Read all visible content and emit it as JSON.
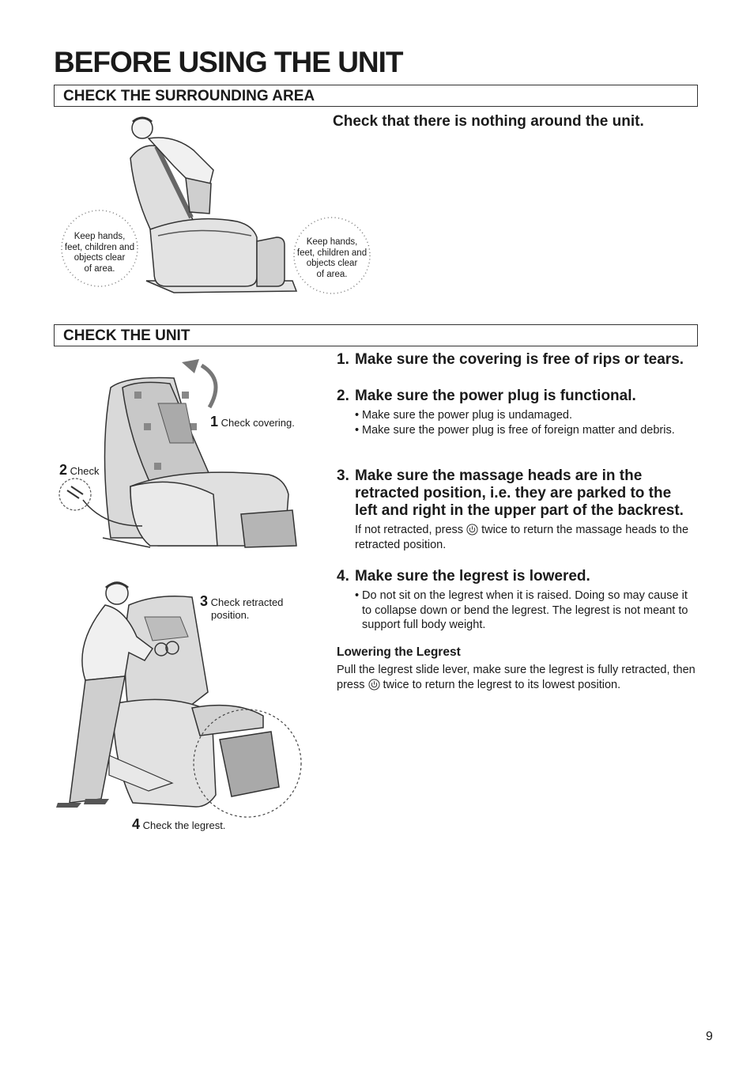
{
  "page": {
    "title": "BEFORE USING THE UNIT",
    "page_number": "9"
  },
  "surrounding": {
    "heading": "CHECK THE SURROUNDING AREA",
    "lead": "Check that there is nothing around the unit.",
    "warning_left": [
      "Keep hands,",
      "feet, children and",
      "objects clear",
      "of area."
    ],
    "warning_right": [
      "Keep hands,",
      "feet, children and",
      "objects clear",
      "of area."
    ]
  },
  "unit": {
    "heading": "CHECK THE UNIT",
    "steps": [
      {
        "num": "1.",
        "title": "Make sure the covering is free of rips or tears."
      },
      {
        "num": "2.",
        "title": "Make sure the power plug is functional.",
        "bullets": [
          "Make sure the power plug is undamaged.",
          "Make sure the power plug is free of foreign matter and debris."
        ]
      },
      {
        "num": "3.",
        "title_lines": [
          "Make sure the massage heads are in the",
          "retracted position, i.e. they are parked to the",
          "left and right in the upper part of the backrest."
        ],
        "note_before": "If not retracted, press",
        "note_after": "twice to return the massage heads to the retracted position."
      },
      {
        "num": "4.",
        "title": "Make sure the legrest is lowered.",
        "bullets": [
          "Do not sit on the legrest when it is raised. Doing so may cause it to collapse down or bend the legrest. The legrest is not meant to support full body weight."
        ]
      }
    ],
    "lowering": {
      "heading": "Lowering the Legrest",
      "text_before": "Pull the legrest slide lever, make sure the legrest is fully retracted, then press",
      "text_after": "twice to return the legrest to its lowest position."
    },
    "captions": {
      "c1_num": "1",
      "c1_text": "Check covering.",
      "c2_num": "2",
      "c2_text": "Check",
      "c3_num": "3",
      "c3_text_1": "Check retracted",
      "c3_text_2": "position.",
      "c4_num": "4",
      "c4_text": "Check the legrest."
    }
  },
  "icons": [
    "power-button-icon",
    "curved-arrow-icon",
    "power-plug-icon"
  ],
  "colors": {
    "text": "#1a1a1a",
    "line": "#333333",
    "chair_fill": "#dcdcdc",
    "chair_dark": "#9a9a9a"
  }
}
